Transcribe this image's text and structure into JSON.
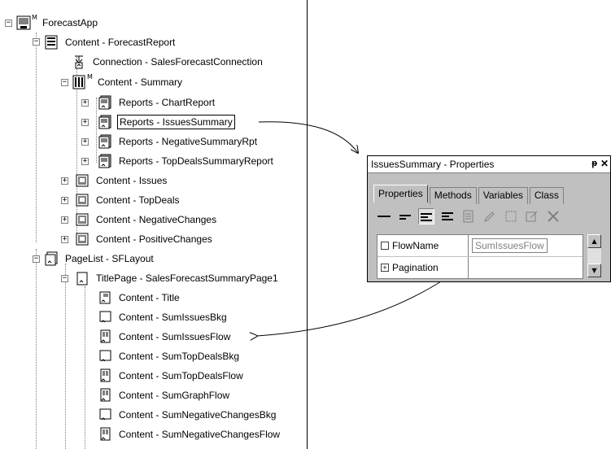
{
  "tree": {
    "root": {
      "label": "ForecastApp",
      "marker": "M"
    },
    "items": [
      {
        "label": "Content - ForecastReport"
      },
      {
        "label": "Connection - SalesForecastConnection"
      },
      {
        "label": "Content - Summary",
        "marker": "M"
      },
      {
        "label": "Reports - ChartReport"
      },
      {
        "label": "Reports - IssuesSummary"
      },
      {
        "label": "Reports - NegativeSummaryRpt"
      },
      {
        "label": "Reports - TopDealsSummaryReport"
      },
      {
        "label": "Content - Issues"
      },
      {
        "label": "Content - TopDeals"
      },
      {
        "label": "Content - NegativeChanges"
      },
      {
        "label": "Content - PositiveChanges"
      },
      {
        "label": "PageList - SFLayout"
      },
      {
        "label": "TitlePage - SalesForecastSummaryPage1"
      },
      {
        "label": "Content - Title"
      },
      {
        "label": "Content - SumIssuesBkg"
      },
      {
        "label": "Content - SumIssuesFlow"
      },
      {
        "label": "Content - SumTopDealsBkg"
      },
      {
        "label": "Content - SumTopDealsFlow"
      },
      {
        "label": "Content - SumGraphFlow"
      },
      {
        "label": "Content - SumNegativeChangesBkg"
      },
      {
        "label": "Content - SumNegativeChangesFlow"
      }
    ]
  },
  "properties_window": {
    "title": "IssuesSummary - Properties",
    "pin_glyph": "ᵽ",
    "close_glyph": "✕",
    "tabs": [
      "Properties",
      "Methods",
      "Variables",
      "Class"
    ],
    "rows": [
      {
        "name": "FlowName",
        "value": "SumIssuesFlow"
      },
      {
        "name": "Pagination",
        "value": ""
      }
    ]
  }
}
